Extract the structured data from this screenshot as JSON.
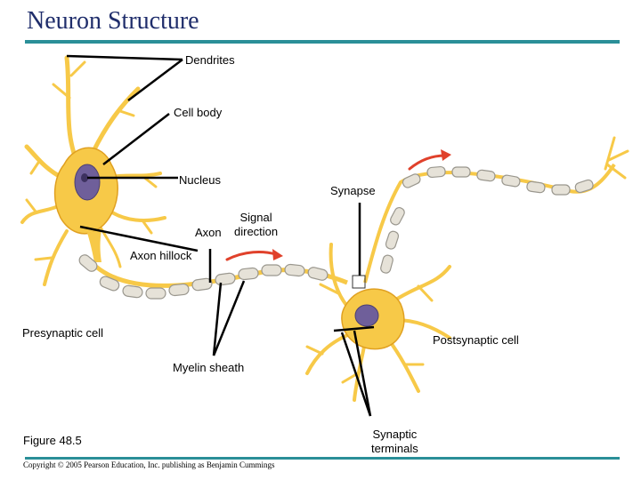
{
  "title": "Neuron Structure",
  "labels": {
    "dendrites": "Dendrites",
    "cell_body": "Cell body",
    "nucleus": "Nucleus",
    "synapse": "Synapse",
    "signal_direction_line1": "Signal",
    "signal_direction_line2": "direction",
    "axon": "Axon",
    "axon_hillock": "Axon hillock",
    "presynaptic_cell": "Presynaptic cell",
    "postsynaptic_cell": "Postsynaptic cell",
    "myelin_sheath": "Myelin sheath",
    "synaptic_terminals_line1": "Synaptic",
    "synaptic_terminals_line2": "terminals"
  },
  "figure_caption": "Figure 48.5",
  "copyright": "Copyright © 2005 Pearson Education, Inc. publishing as Benjamin Cummings",
  "colors": {
    "title": "#1f2d6b",
    "rule": "#2a8f98",
    "neuron_fill": "#f7c948",
    "neuron_edge": "#e0a020",
    "myelin": "#e6e2d8",
    "myelin_edge": "#9a978e",
    "nucleus": "#6f5f9a",
    "arrow": "#e0412b"
  }
}
